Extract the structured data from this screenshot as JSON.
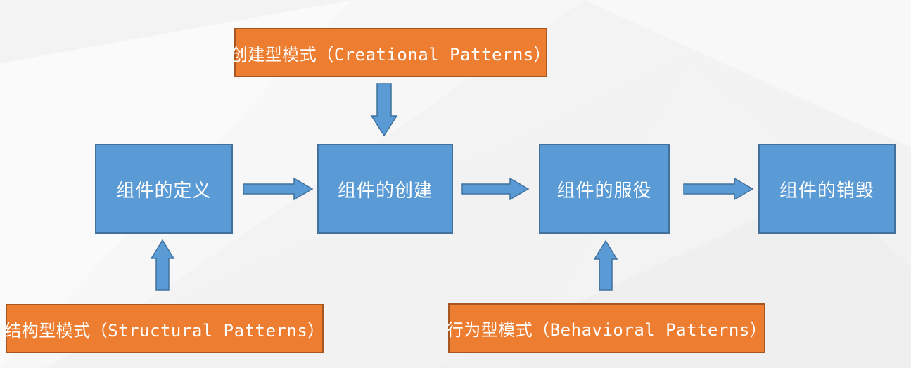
{
  "diagram": {
    "description": "Component lifecycle flow diagram annotated with GoF design-pattern categories",
    "pattern_boxes": {
      "creational": {
        "label": "创建型模式（Creational Patterns）"
      },
      "structural": {
        "label": "结构型模式（Structural Patterns）"
      },
      "behavioral": {
        "label": "行为型模式（Behavioral Patterns）"
      }
    },
    "lifecycle_boxes": {
      "define": {
        "label": "组件的定义"
      },
      "create": {
        "label": "组件的创建"
      },
      "serve": {
        "label": "组件的服役"
      },
      "destroy": {
        "label": "组件的销毁"
      }
    },
    "edges": [
      {
        "from": "组件的定义",
        "to": "组件的创建",
        "direction": "right"
      },
      {
        "from": "组件的创建",
        "to": "组件的服役",
        "direction": "right"
      },
      {
        "from": "组件的服役",
        "to": "组件的销毁",
        "direction": "right"
      },
      {
        "from": "创建型模式（Creational Patterns）",
        "to": "组件的创建",
        "direction": "down"
      },
      {
        "from": "结构型模式（Structural Patterns）",
        "to": "组件的定义",
        "direction": "up"
      },
      {
        "from": "行为型模式（Behavioral Patterns）",
        "to": "组件的服役",
        "direction": "up"
      }
    ],
    "colors": {
      "orange_fill": "#ED7D31",
      "orange_border": "#A8561F",
      "blue_fill": "#5B9BD5",
      "blue_border": "#41719C",
      "arrow_fill": "#5B9BD5",
      "background": "#F3F3F3",
      "text": "#FFFFFF"
    }
  }
}
